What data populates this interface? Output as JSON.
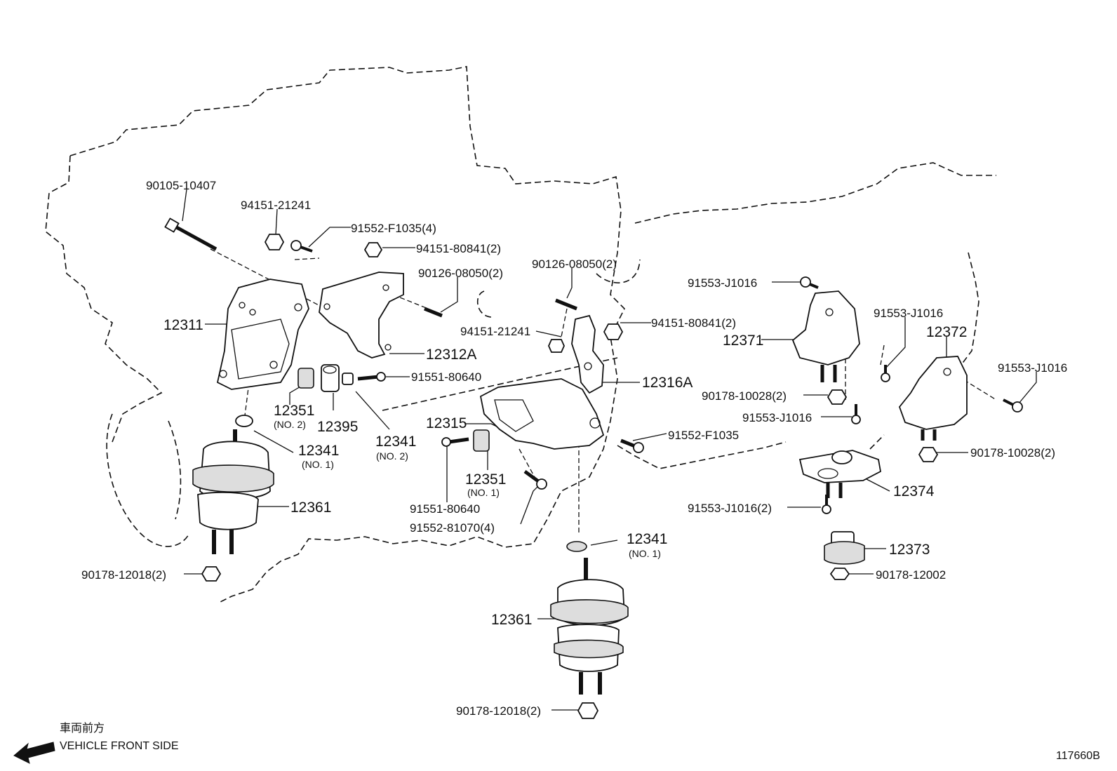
{
  "parts": {
    "p90105_10407": "90105-10407",
    "p94151_21241_a": "94151-21241",
    "p91552_f1035_4": "91552-F1035(4)",
    "p94151_80841_2_a": "94151-80841(2)",
    "p90126_08050_2_a": "90126-08050(2)",
    "p90126_08050_2_b": "90126-08050(2)",
    "p94151_21241_b": "94151-21241",
    "p94151_80841_2_b": "94151-80841(2)",
    "p12311": "12311",
    "p12312a": "12312A",
    "p91551_80640_a": "91551-80640",
    "p12316a": "12316A",
    "p12351_a": "12351",
    "p12351_a_sub": "(NO. 2)",
    "p12395": "12395",
    "p12341_b": "12341",
    "p12341_b_sub": "(NO. 2)",
    "p12315": "12315",
    "p12341_a": "12341",
    "p12341_a_sub": "(NO. 1)",
    "p12351_b": "12351",
    "p12351_b_sub": "(NO. 1)",
    "p91552_f1035": "91552-F1035",
    "p12361_a": "12361",
    "p91551_80640_b": "91551-80640",
    "p91552_81070_4": "91552-81070(4)",
    "p12341_c": "12341",
    "p12341_c_sub": "(NO. 1)",
    "p90178_12018_2_a": "90178-12018(2)",
    "p12361_b": "12361",
    "p90178_12018_2_b": "90178-12018(2)",
    "p91553_j1016_a": "91553-J1016",
    "p12371": "12371",
    "p91553_j1016_b": "91553-J1016",
    "p12372": "12372",
    "p91553_j1016_c": "91553-J1016",
    "p90178_10028_2_a": "90178-10028(2)",
    "p91553_j1016_d": "91553-J1016",
    "p90178_10028_2_b": "90178-10028(2)",
    "p12374": "12374",
    "p91553_j1016_2": "91553-J1016(2)",
    "p12373": "12373",
    "p90178_12002": "90178-12002"
  },
  "footer": {
    "front_jp": "車両前方",
    "front_en": "VEHICLE FRONT SIDE",
    "diagram_code": "117660B"
  }
}
